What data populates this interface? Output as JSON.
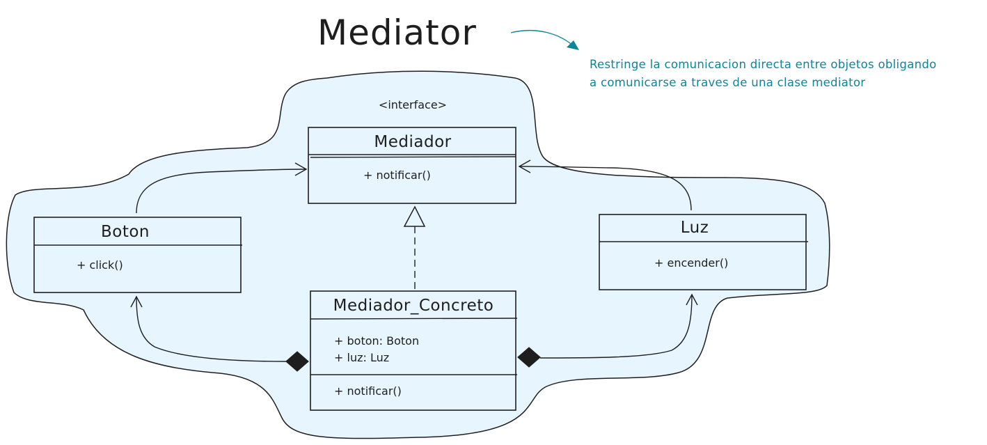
{
  "title": "Mediator",
  "note": {
    "line1": "Restringe la comunicacion directa entre objetos obligando",
    "line2": "a comunicarse a traves de una clase mediator"
  },
  "colors": {
    "background_fill": "#e7f5ff",
    "stroke": "#1e1e1e",
    "note": "#0c8599"
  },
  "classes": {
    "mediador": {
      "stereotype": "<interface>",
      "name": "Mediador",
      "methods": [
        "+ notificar()"
      ]
    },
    "boton": {
      "name": "Boton",
      "methods": [
        "+ click()"
      ]
    },
    "luz": {
      "name": "Luz",
      "methods": [
        "+ encender()"
      ]
    },
    "mediador_concreto": {
      "name": "Mediador_Concreto",
      "attributes": [
        "+ boton: Boton",
        "+ luz: Luz"
      ],
      "methods": [
        "+ notificar()"
      ]
    }
  },
  "relations": [
    {
      "type": "association",
      "from": "Boton",
      "to": "Mediador"
    },
    {
      "type": "association",
      "from": "Luz",
      "to": "Mediador"
    },
    {
      "type": "realization",
      "from": "Mediador_Concreto",
      "to": "Mediador"
    },
    {
      "type": "composition",
      "from": "Mediador_Concreto",
      "to": "Boton"
    },
    {
      "type": "composition",
      "from": "Mediador_Concreto",
      "to": "Luz"
    }
  ]
}
